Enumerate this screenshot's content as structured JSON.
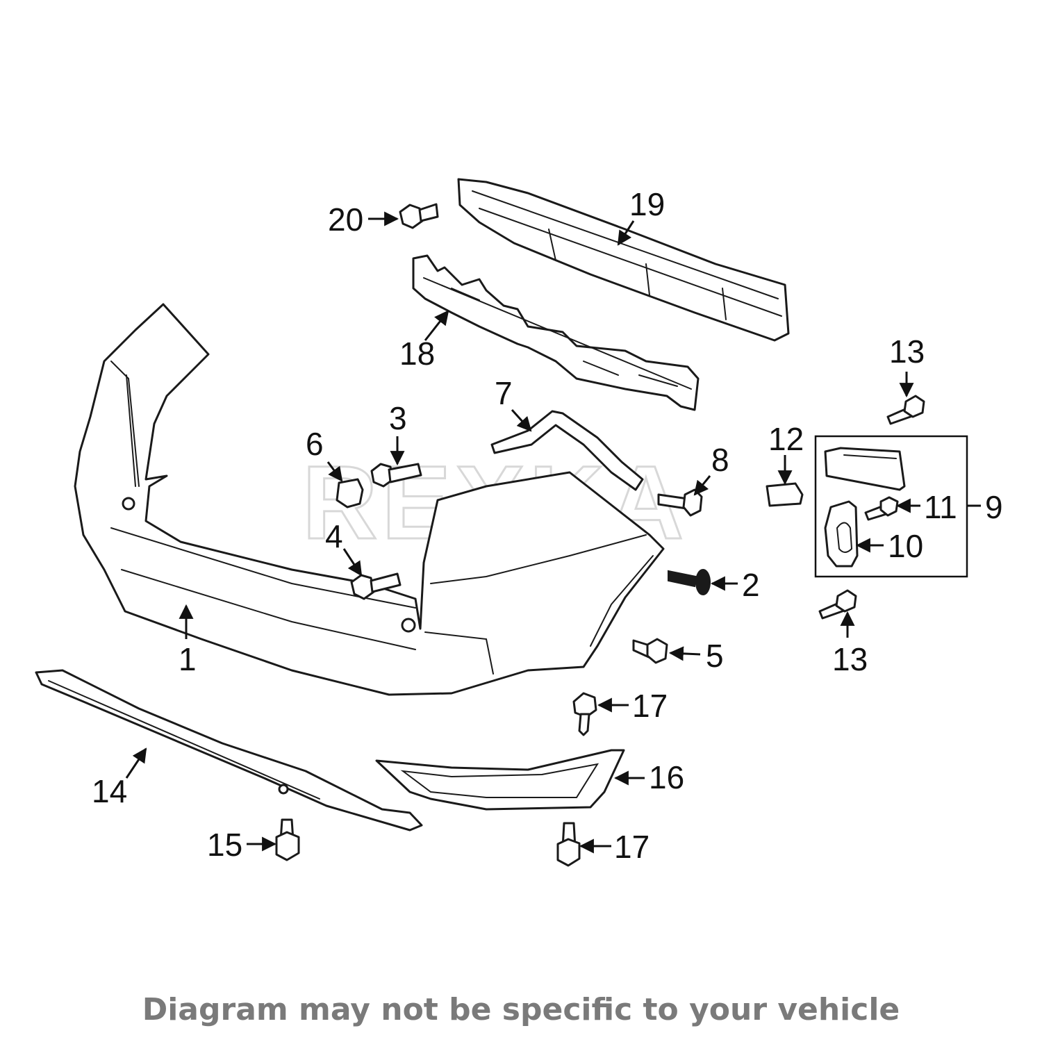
{
  "watermark": "REXKA",
  "callouts": [
    "1",
    "2",
    "3",
    "4",
    "5",
    "6",
    "7",
    "8",
    "9",
    "10",
    "11",
    "12",
    "13",
    "14",
    "15",
    "16",
    "17",
    "18",
    "19",
    "20"
  ],
  "disclaimer": "Diagram may not be specific to your vehicle"
}
